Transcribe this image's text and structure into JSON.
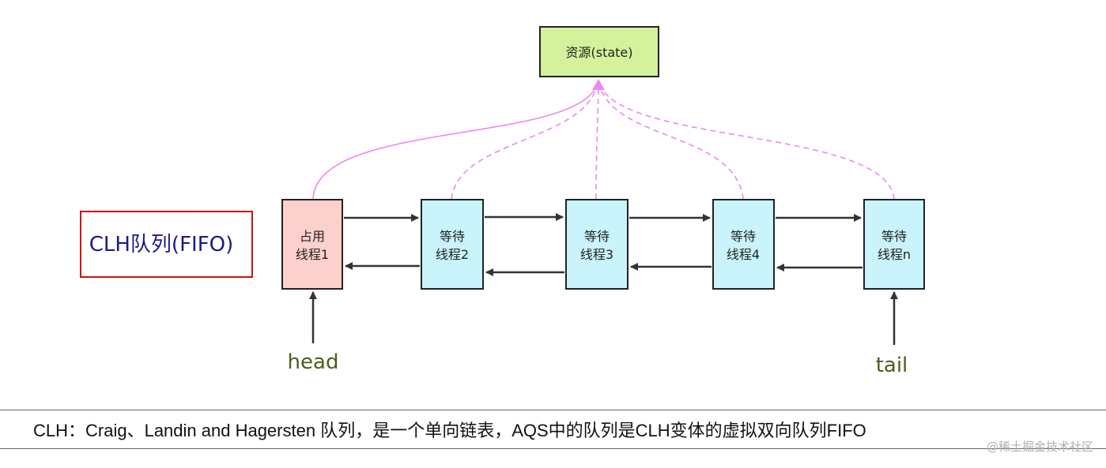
{
  "resource": {
    "label": "资源(state)",
    "fill": "#d3f29b"
  },
  "queue_label": {
    "text": "CLH队列(FIFO)",
    "color": "#1a1a8c",
    "border_color": "#cc1111"
  },
  "nodes": [
    {
      "line1": "占用",
      "line2": "线程1",
      "fill": "#fcd0cc"
    },
    {
      "line1": "等待",
      "line2": "线程2",
      "fill": "#c9f4fb"
    },
    {
      "line1": "等待",
      "line2": "线程3",
      "fill": "#c9f4fb"
    },
    {
      "line1": "等待",
      "line2": "线程4",
      "fill": "#c9f4fb"
    },
    {
      "line1": "等待",
      "line2": "线程n",
      "fill": "#c9f4fb"
    }
  ],
  "pointers": {
    "head": "head",
    "tail": "tail"
  },
  "footer": {
    "text": "CLH：Craig、Landin and Hagersten 队列，是一个单向链表，AQS中的队列是CLH变体的虚拟双向队列FIFO"
  },
  "watermark": {
    "text": "@稀土掘金技术社区"
  },
  "colors": {
    "arrow": "#333333",
    "resource_link": "#ee88ee"
  }
}
